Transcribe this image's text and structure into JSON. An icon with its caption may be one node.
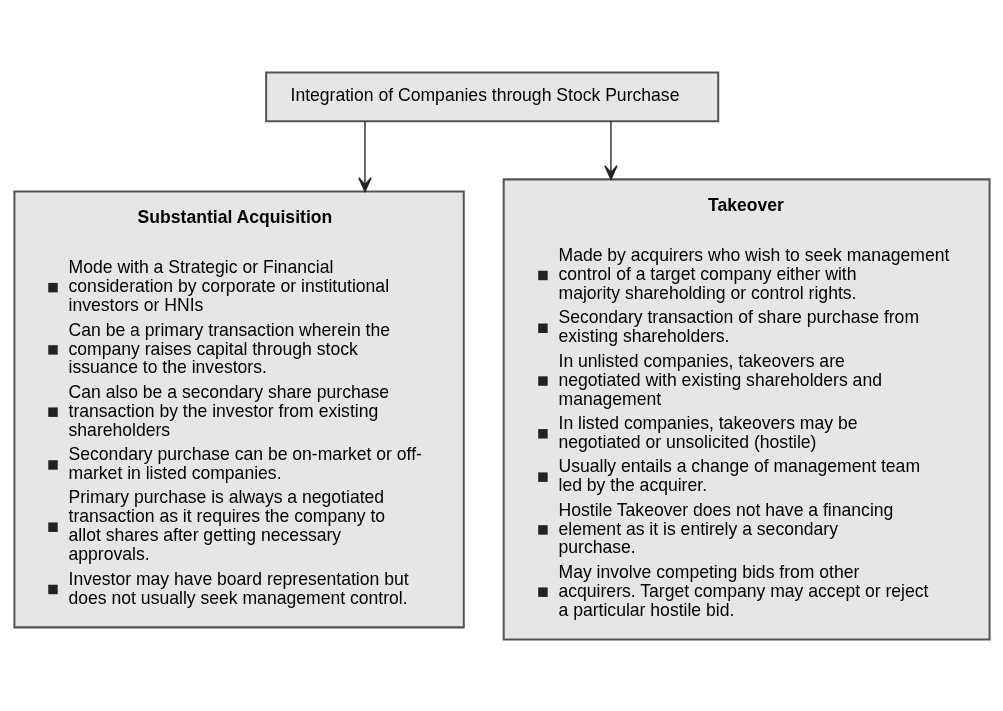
{
  "diagram": {
    "nodes": [
      {
        "text": [
          "Integration of Companies through Stock Purchase"
        ]
      },
      {
        "text": [
          "Substantial Acquisition",
          "Mode with a Strategic or Financial consideration by corporate or institutional investors or HNIs",
          "Can be a primary transaction wherein the company raises capital through stock issuance to the investors.",
          "Can also be a secondary share purchase transaction by the investor from existing shareholders",
          "Secondary purchase can be on-market or off-market in listed companies.",
          "Primary purchase is always a negotiated transaction as it requires the company to allot shares after getting necessary approvals.",
          "Investor may have board representation but does not usually seek management control."
        ]
      },
      {
        "text": [
          "Takeover",
          "Made by acquirers who wish to seek management control of a target company either with majority shareholding or control rights.",
          "Secondary transaction of share purchase from existing shareholders.",
          "In unlisted companies, takeovers are negotiated with existing shareholders and management",
          "In listed companies, takeovers may be negotiated or unsolicited (hostile)",
          "Usually entails a change of management team led by the acquirer.",
          "Hostile Takeover does not have a financing element as it is entirely a secondary purchase.",
          "May involve competing bids from other acquirers. Target company may accept or reject a particular hostile bid."
        ]
      }
    ],
    "edges": [
      {
        "from": 0,
        "to": 1,
        "arrow": "to"
      },
      {
        "from": 0,
        "to": 2,
        "arrow": "to"
      }
    ]
  }
}
